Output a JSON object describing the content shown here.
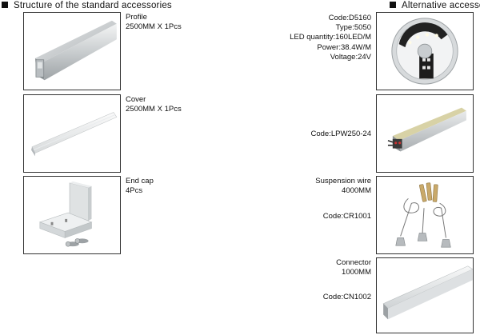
{
  "left_section": {
    "title": "Structure of the standard accessories",
    "items": [
      {
        "name": "Profile",
        "detail": "2500MM X 1Pcs"
      },
      {
        "name": "Cover",
        "detail": "2500MM X 1Pcs"
      },
      {
        "name": "End cap",
        "detail": "4Pcs"
      }
    ]
  },
  "right_section": {
    "title": "Alternative accessories",
    "led_strip": {
      "code": "Code:D5160",
      "type": "Type:5050",
      "led_quantity": "LED quantity:160LED/M",
      "power": "Power:38.4W/M",
      "voltage": "Voltage:24V"
    },
    "power_supply": {
      "code": "Code:LPW250-24"
    },
    "suspension_wire": {
      "name": "Suspension wire",
      "length": "4000MM",
      "code": "Code:CR1001"
    },
    "connector": {
      "name": "Connector",
      "length": "1000MM",
      "code": "Code:CN1002"
    }
  }
}
